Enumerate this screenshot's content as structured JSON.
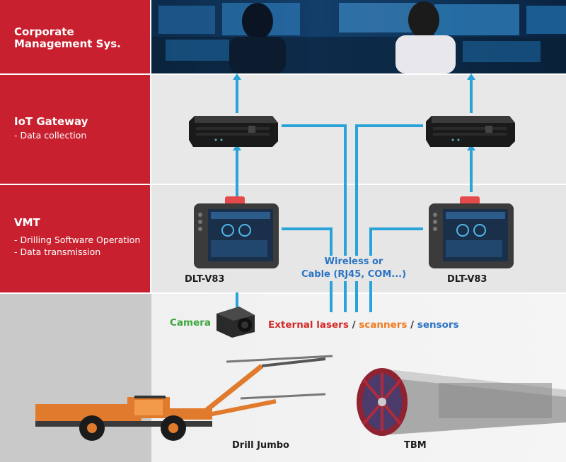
{
  "rows": [
    {
      "title": "Corporate\nManagement Sys.",
      "subs": []
    },
    {
      "title": "IoT Gateway",
      "subs": [
        "- Data collection"
      ]
    },
    {
      "title": "VMT",
      "subs": [
        "- Drilling Software Operation",
        "- Data transmission"
      ]
    }
  ],
  "devices": {
    "left_terminal": "DLT-V83",
    "right_terminal": "DLT-V83"
  },
  "connection": {
    "line1": "Wireless or",
    "line2": "Cable (RJ45, COM...)"
  },
  "peripherals": {
    "camera": "Camera",
    "lasers": "External lasers",
    "sep1": " / ",
    "scanners": "scanners",
    "sep2": " / ",
    "sensors": "sensors"
  },
  "machines": {
    "drill": "Drill Jumbo",
    "tbm": "TBM"
  },
  "colors": {
    "panel": "#c8202f",
    "wire": "#2aa3d8",
    "camera": "#3aa63a",
    "lasers": "#d42a2a",
    "scanners": "#f07a1e",
    "sensors": "#2b74c4"
  }
}
